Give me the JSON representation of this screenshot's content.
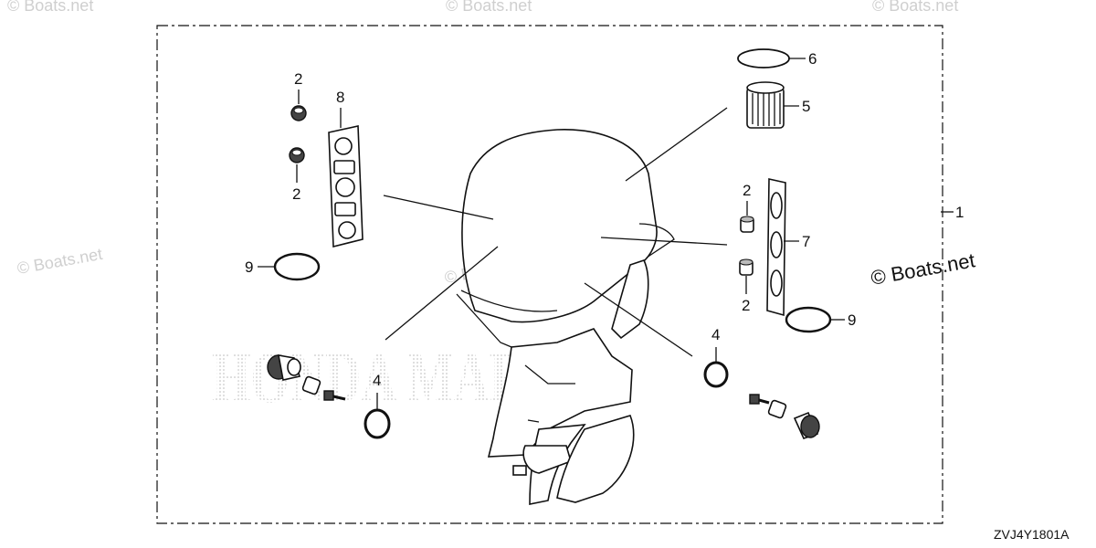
{
  "diagram": {
    "callouts": {
      "c1": "1",
      "c2a": "2",
      "c2b": "2",
      "c2c": "2",
      "c2d": "2",
      "c4a": "4",
      "c4b": "4",
      "c5": "5",
      "c6": "6",
      "c7": "7",
      "c8": "8",
      "c9a": "9",
      "c9b": "9"
    },
    "watermarks": {
      "brand_mark": "HONDA MARINE",
      "site_tl": "© Boats.net",
      "site_top": "© Boats.net",
      "site_tr": "© Boats.net",
      "site_left": "© Boats.net",
      "site_center": "© Boats.net",
      "site_right": "© Boats.net"
    },
    "reference_code": "ZVJ4Y1801A"
  },
  "colors": {
    "line": "#111111",
    "watermark": "#cfcfcf",
    "background": "#ffffff"
  }
}
